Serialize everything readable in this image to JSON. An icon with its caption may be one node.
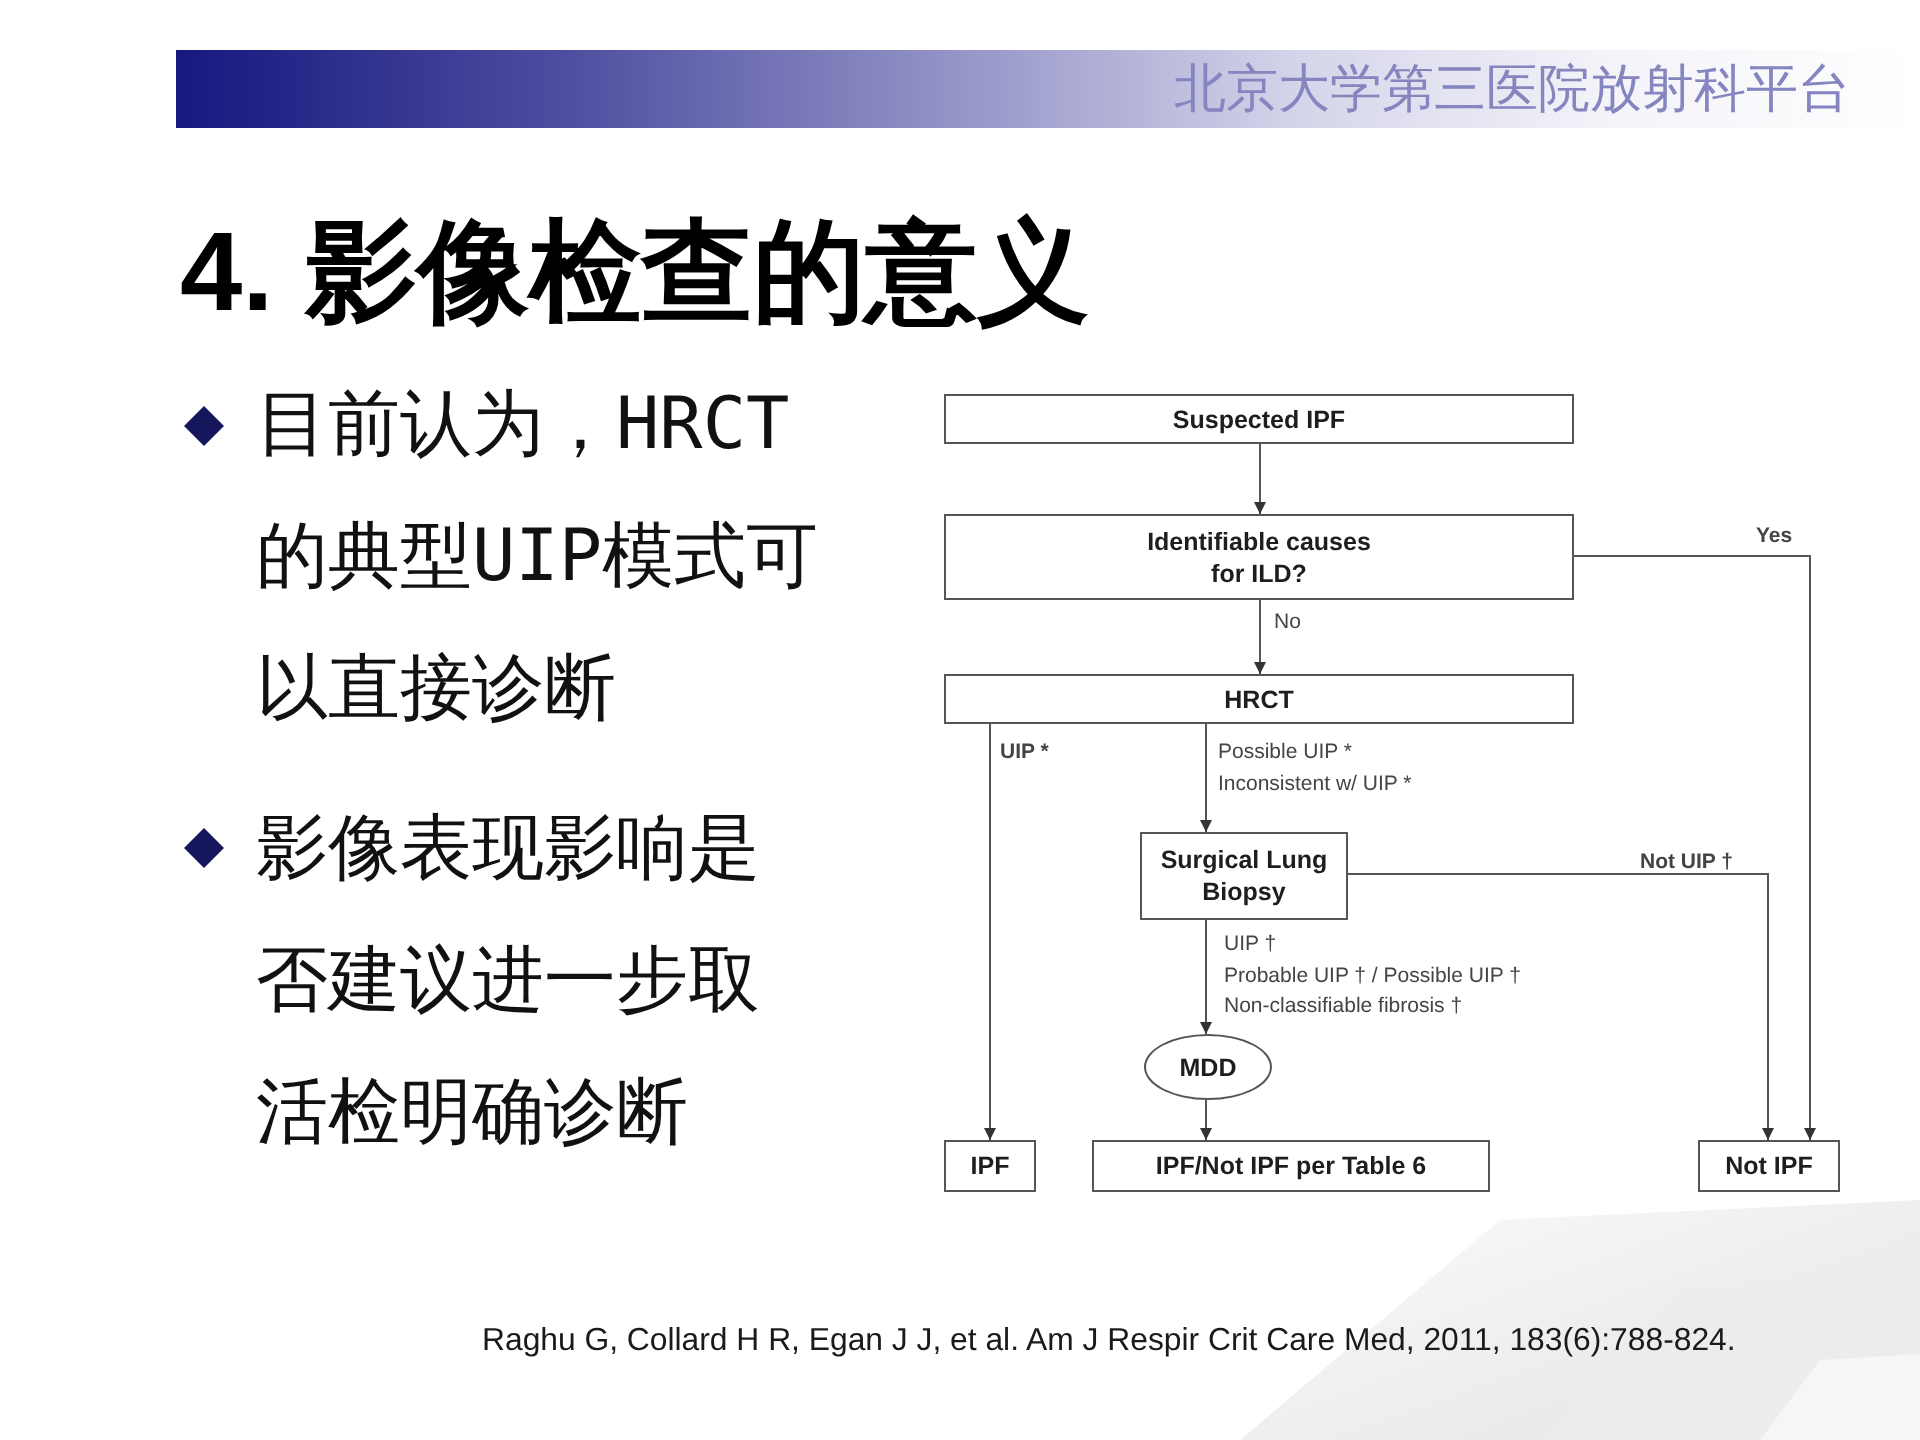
{
  "diagram": {
    "title": "4. 影像检查的意义",
    "nodes": [
      {
        "text": [
          "Suspected IPF"
        ]
      },
      {
        "text": [
          "Identifiable causes for ILD?"
        ]
      },
      {
        "text": [
          "HRCT"
        ]
      },
      {
        "text": [
          "Surgical Lung Biopsy"
        ]
      },
      {
        "text": [
          "MDD"
        ]
      },
      {
        "text": [
          "IPF"
        ]
      },
      {
        "text": [
          "IPF/Not IPF per Table 6"
        ]
      },
      {
        "text": [
          "Not IPF"
        ]
      }
    ],
    "edges": [
      {
        "from": 0,
        "to": 1,
        "arrow": "to"
      },
      {
        "from": 1,
        "to": 2,
        "arrow": "to",
        "label": "No"
      },
      {
        "from": 1,
        "to": 7,
        "arrow": "to",
        "label": "Yes"
      },
      {
        "from": 2,
        "to": 5,
        "arrow": "to",
        "label": "UIP *"
      },
      {
        "from": 2,
        "to": 3,
        "arrow": "to",
        "label": "Possible UIP * Inconsistent w/ UIP *"
      },
      {
        "from": 3,
        "to": 7,
        "arrow": "to",
        "label": "Not UIP †"
      },
      {
        "from": 3,
        "to": 4,
        "arrow": "to",
        "label": "UIP † Probable UIP † / Possible UIP † Non-classifiable fibrosis †"
      },
      {
        "from": 4,
        "to": 6,
        "arrow": "to"
      }
    ],
    "labels": [
      "北京大学第三医院放射科平台",
      "目前认为，HRCT的典型UIP模式可以直接诊断",
      "影像表现影响是否建议进一步取活检明确诊断",
      "Raghu G, Collard H R, Egan J J, et al. Am J Respir Crit Care Med, 2011, 183(6):788-824."
    ]
  }
}
